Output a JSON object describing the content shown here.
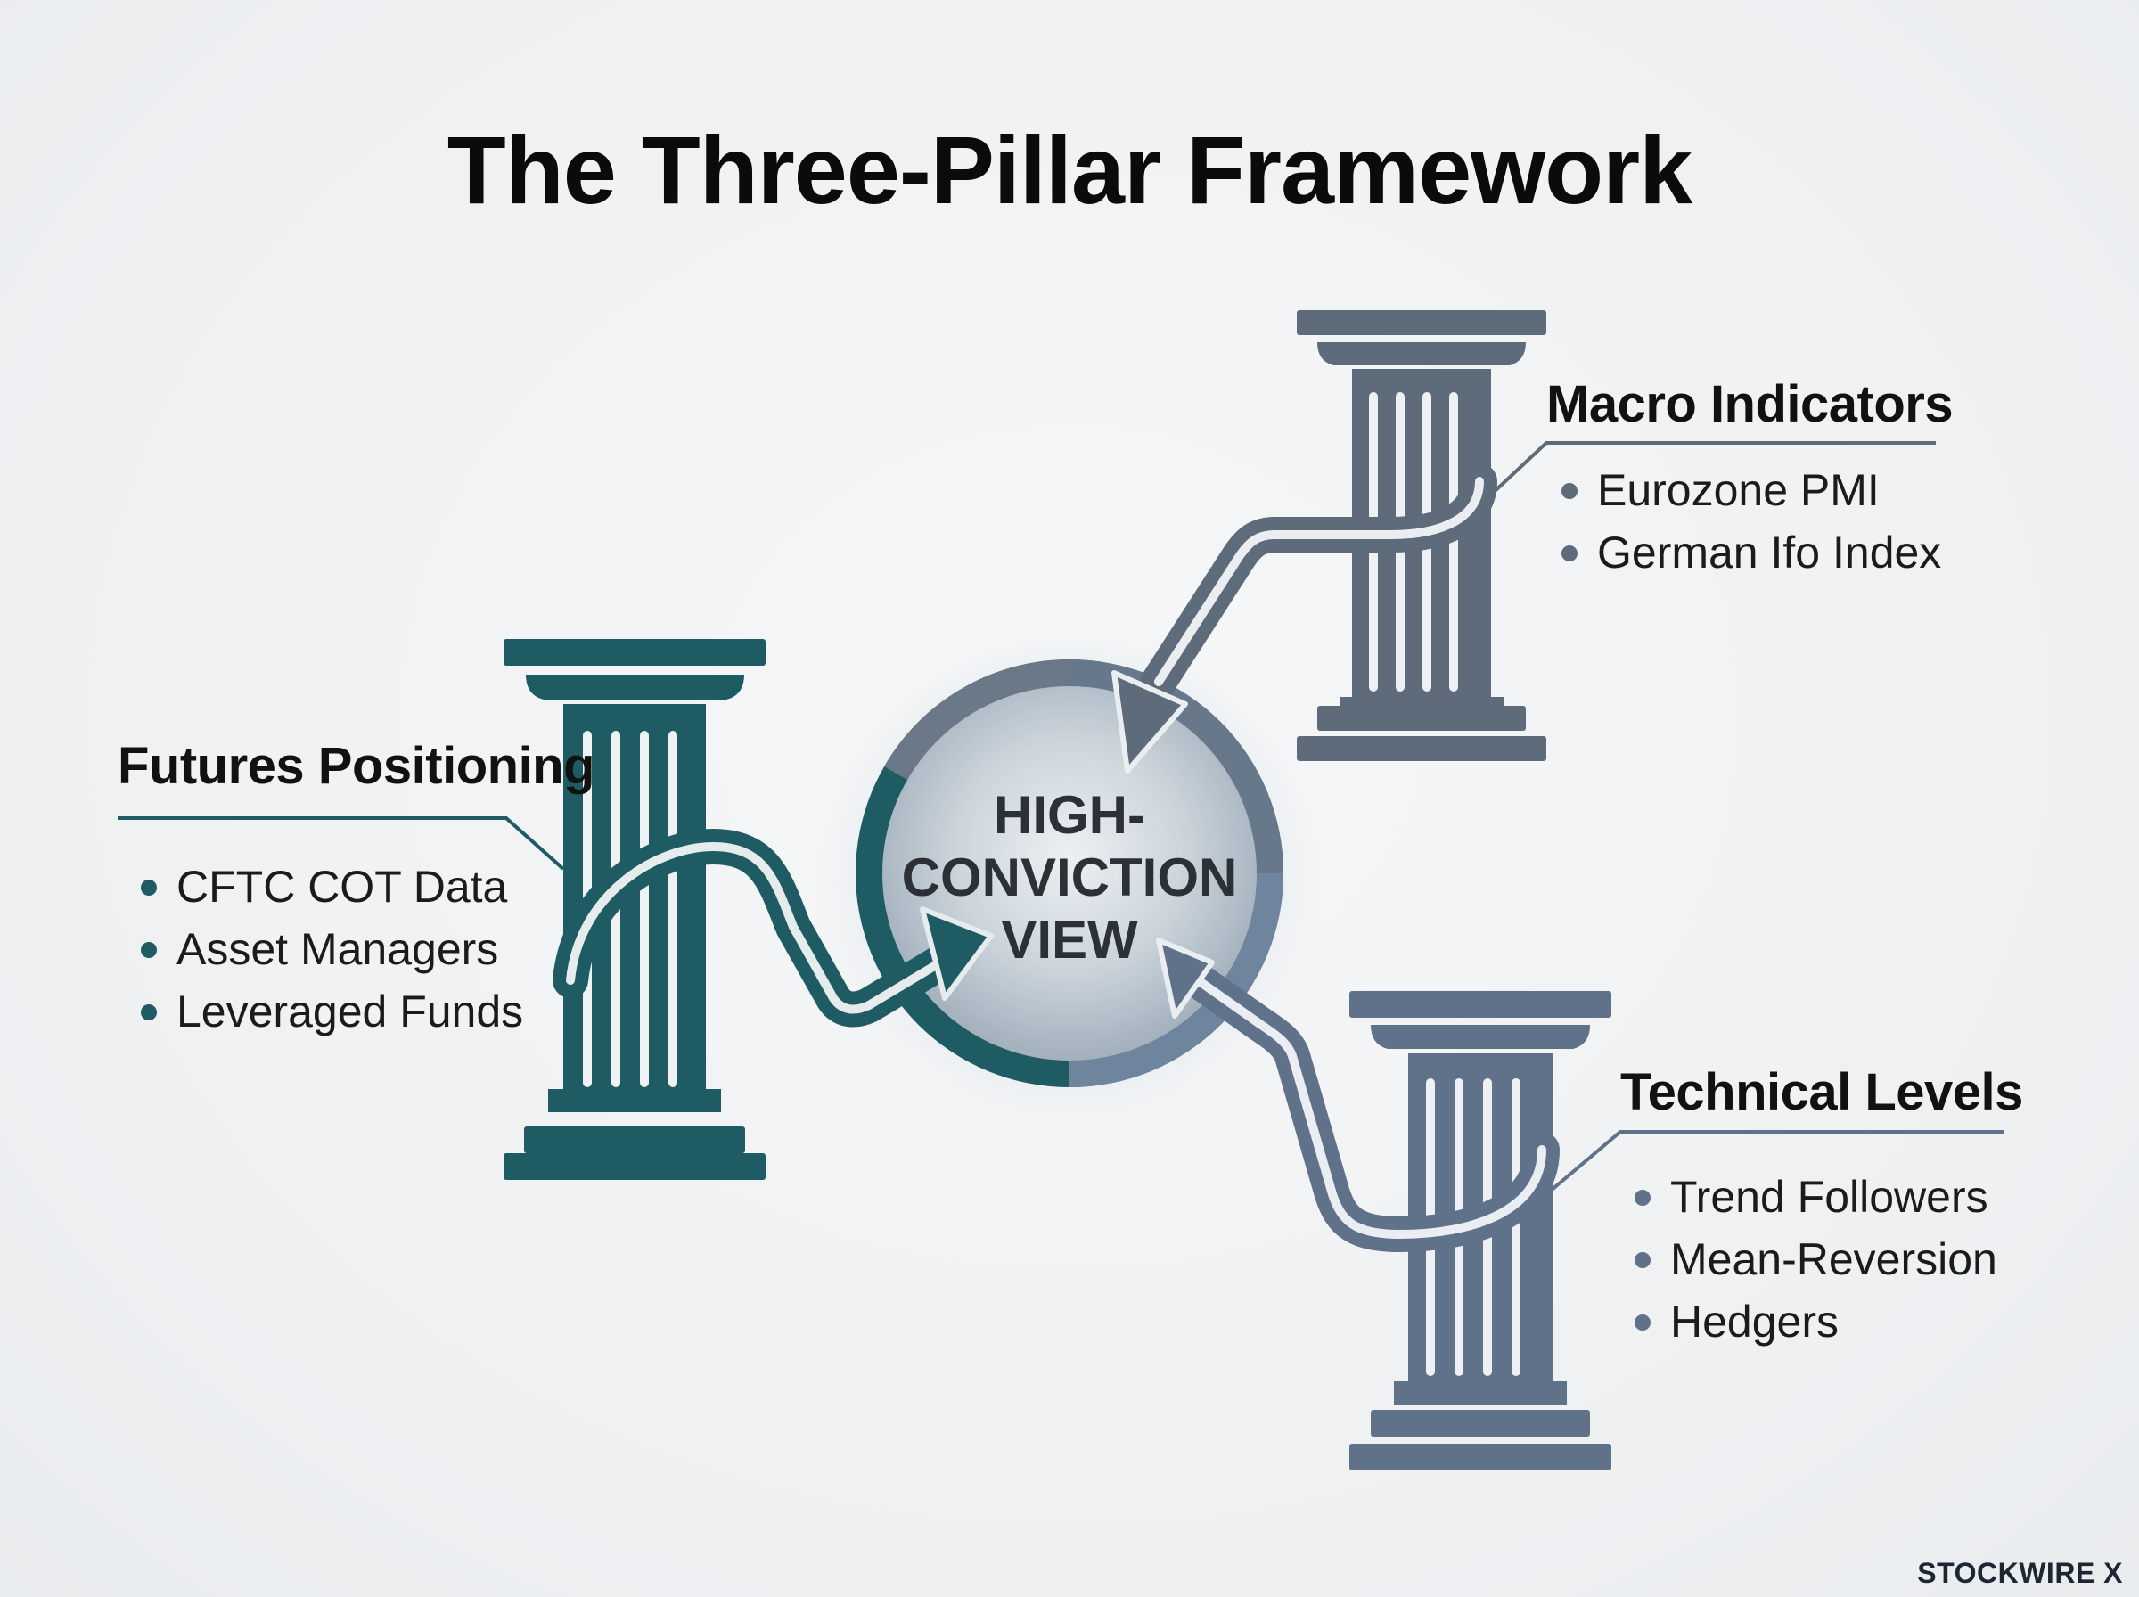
{
  "title": "The Three-Pillar Framework",
  "center": {
    "lines": [
      "HIGH-",
      "CONVICTION",
      "VIEW"
    ]
  },
  "pillars": {
    "futures": {
      "heading": "Futures Positioning",
      "items": [
        "CFTC COT Data",
        "Asset Managers",
        "Leveraged Funds"
      ],
      "color": "#1f5b63"
    },
    "macro": {
      "heading": "Macro Indicators",
      "items": [
        "Eurozone PMI",
        "German Ifo Index"
      ],
      "color": "#5d6b7a"
    },
    "technical": {
      "heading": "Technical Levels",
      "items": [
        "Trend Followers",
        "Mean-Reversion",
        "Hedgers"
      ],
      "color": "#5f7289"
    }
  },
  "brand": "STOCKWIRE X"
}
